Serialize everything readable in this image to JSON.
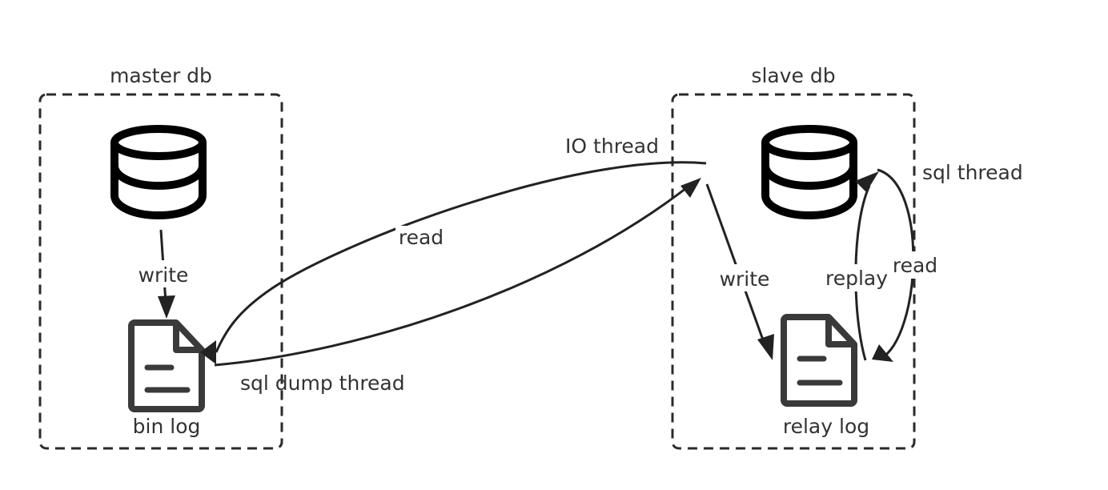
{
  "master": {
    "title": "master db",
    "log_label": "bin log",
    "write_label": "write",
    "db_icon": "database-icon",
    "log_icon": "document-icon"
  },
  "slave": {
    "title": "slave db",
    "log_label": "relay log",
    "write_label": "write",
    "db_icon": "database-icon",
    "log_icon": "document-icon"
  },
  "flows": {
    "io_thread": "IO thread",
    "sql_dump_thread": "sql dump thread",
    "read_binlog": "read",
    "sql_thread": "sql thread",
    "read_relay": "read",
    "replay": "replay"
  },
  "colors": {
    "stroke": "#222222",
    "text": "#333333",
    "background": "#ffffff"
  }
}
